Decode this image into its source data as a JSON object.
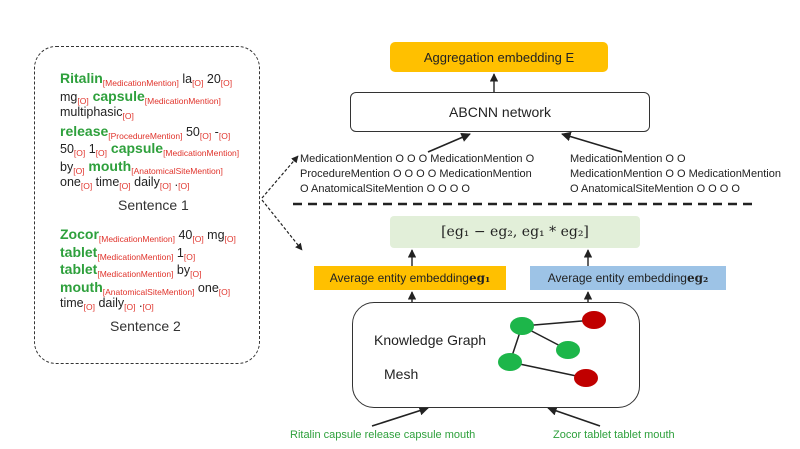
{
  "sentence1": {
    "lines": [
      [
        {
          "t": "Ritalin",
          "k": "g"
        },
        {
          "t": "[MedicationMention]",
          "k": "tag"
        },
        {
          "t": " la",
          "k": "w"
        },
        {
          "t": "[O]",
          "k": "tag"
        },
        {
          "t": " 20",
          "k": "w"
        },
        {
          "t": "[O]",
          "k": "tag"
        }
      ],
      [
        {
          "t": "mg",
          "k": "w"
        },
        {
          "t": "[O]",
          "k": "tag"
        },
        {
          "t": " capsule",
          "k": "g"
        },
        {
          "t": "[MedicationMention]",
          "k": "tag"
        }
      ],
      [
        {
          "t": "multiphasic",
          "k": "w"
        },
        {
          "t": "[O]",
          "k": "tag"
        }
      ],
      [
        {
          "t": "release",
          "k": "g"
        },
        {
          "t": "[ProcedureMention]",
          "k": "tag"
        },
        {
          "t": " 50",
          "k": "w"
        },
        {
          "t": "[O]",
          "k": "tag"
        },
        {
          "t": " -",
          "k": "w"
        },
        {
          "t": "[O]",
          "k": "tag"
        }
      ],
      [
        {
          "t": "50",
          "k": "w"
        },
        {
          "t": "[O]",
          "k": "tag"
        },
        {
          "t": " 1",
          "k": "w"
        },
        {
          "t": "[O]",
          "k": "tag"
        },
        {
          "t": " capsule",
          "k": "g"
        },
        {
          "t": "[MedicationMention]",
          "k": "tag"
        }
      ],
      [
        {
          "t": "by",
          "k": "w"
        },
        {
          "t": "[O]",
          "k": "tag"
        },
        {
          "t": " mouth",
          "k": "g"
        },
        {
          "t": "[AnatomicalSiteMention]",
          "k": "tag"
        }
      ],
      [
        {
          "t": "one",
          "k": "w"
        },
        {
          "t": "[O]",
          "k": "tag"
        },
        {
          "t": " time",
          "k": "w"
        },
        {
          "t": "[O]",
          "k": "tag"
        },
        {
          "t": " daily",
          "k": "w"
        },
        {
          "t": "[O]",
          "k": "tag"
        },
        {
          "t": " .",
          "k": "w"
        },
        {
          "t": "[O]",
          "k": "tag"
        }
      ]
    ],
    "caption": "Sentence 1"
  },
  "sentence2": {
    "lines": [
      [
        {
          "t": "Zocor",
          "k": "g"
        },
        {
          "t": "[MedicationMention]",
          "k": "tag"
        },
        {
          "t": " 40",
          "k": "w"
        },
        {
          "t": "[O]",
          "k": "tag"
        },
        {
          "t": " mg",
          "k": "w"
        },
        {
          "t": "[O]",
          "k": "tag"
        }
      ],
      [
        {
          "t": "tablet",
          "k": "g"
        },
        {
          "t": "[MedicationMention]",
          "k": "tag"
        },
        {
          "t": " 1",
          "k": "w"
        },
        {
          "t": "[O]",
          "k": "tag"
        }
      ],
      [
        {
          "t": "tablet",
          "k": "g"
        },
        {
          "t": "[MedicationMention]",
          "k": "tag"
        },
        {
          "t": " by",
          "k": "w"
        },
        {
          "t": "[O]",
          "k": "tag"
        }
      ],
      [
        {
          "t": "mouth",
          "k": "g"
        },
        {
          "t": "[AnatomicalSiteMention]",
          "k": "tag"
        },
        {
          "t": " one",
          "k": "w"
        },
        {
          "t": "[O]",
          "k": "tag"
        }
      ],
      [
        {
          "t": "time",
          "k": "w"
        },
        {
          "t": "[O]",
          "k": "tag"
        },
        {
          "t": " daily",
          "k": "w"
        },
        {
          "t": "[O]",
          "k": "tag"
        },
        {
          "t": " .",
          "k": "w"
        },
        {
          "t": "[O]",
          "k": "tag"
        }
      ]
    ],
    "caption": "Sentence 2"
  },
  "top": {
    "aggregation": "Aggregation embedding E",
    "abcnn": "ABCNN network",
    "seq1": [
      "MedicationMention O O O MedicationMention O",
      "ProcedureMention O O O O MedicationMention",
      "O AnatomicalSiteMention O O O O"
    ],
    "seq2": [
      "MedicationMention O O",
      "MedicationMention O O MedicationMention",
      "O AnatomicalSiteMention O O O O"
    ]
  },
  "bottom": {
    "formula": "[eg₁ − eg₂, eg₁ * eg₂]",
    "avg1_text": "Average entity embedding ",
    "avg1_sym": "eg₁",
    "avg2_text": "Average entity embedding ",
    "avg2_sym": "eg₂",
    "kg_title": "Knowledge Graph",
    "kg_sub": "Mesh",
    "input1": "Ritalin  capsule  release  capsule  mouth",
    "input2": "Zocor  tablet  tablet  mouth"
  },
  "colors": {
    "green": "#2ea03c",
    "red": "#e0332b",
    "node_red": "#c00000",
    "node_green": "#1db64a",
    "orange": "#ffc000",
    "blue": "#9dc3e6",
    "light_green": "#e2efd9"
  }
}
